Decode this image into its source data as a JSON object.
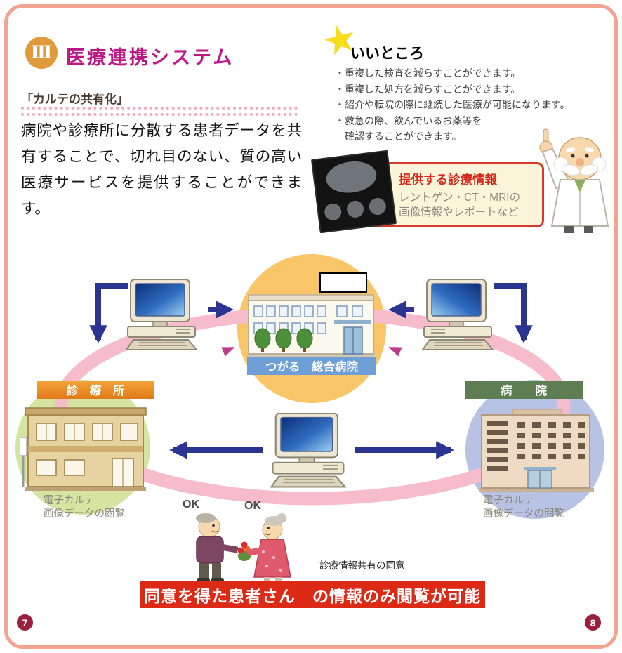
{
  "page": {
    "section_number": "Ⅲ",
    "title": "医療連携システム",
    "page_left": "7",
    "page_right": "8"
  },
  "icons": {
    "star": "★"
  },
  "colors": {
    "accent_magenta": "#bb1785",
    "frame_pink": "#f2a490",
    "banner_red": "#dd2a17",
    "info_box_red": "#d6251a",
    "label_blue": "#6d9ed6",
    "label_orange": "#e8862d",
    "label_green": "#5d7e52",
    "arrow_navy": "#2b3591",
    "loop_pink": "#f6bccb"
  },
  "karte": {
    "heading": "「カルテの共有化」",
    "body": "病院や診療所に分散する患者データを共有することで、切れ目のない、質の高い医療サービスを提供することができます。"
  },
  "good_points": {
    "heading": "いいところ",
    "items": [
      "・重複した検査を減らすことができます。",
      "・重複した処方を減らすことができます。",
      "・紹介や転院の際に継続した医療が可能になります。",
      "・救急の際、飲んでいるお薬等を",
      "　確認することができます。"
    ]
  },
  "info_box": {
    "title": "提供する診療情報",
    "body_line1": "レントゲン・CT・MRIの",
    "body_line2": "画像情報やレポートなど"
  },
  "diagram": {
    "center_label": "つがる　総合病院",
    "left_label": "診　療　所",
    "right_label": "病　　院",
    "left_caption_line1": "電子カルテ",
    "left_caption_line2": "画像データの閲覧",
    "right_caption_line1": "電子カルテ",
    "right_caption_line2": "画像データの閲覧",
    "ok_left": "OK",
    "ok_right": "OK",
    "consent_caption": "診療情報共有の同意",
    "banner": "同意を得た患者さん　の情報のみ閲覧が可能"
  }
}
